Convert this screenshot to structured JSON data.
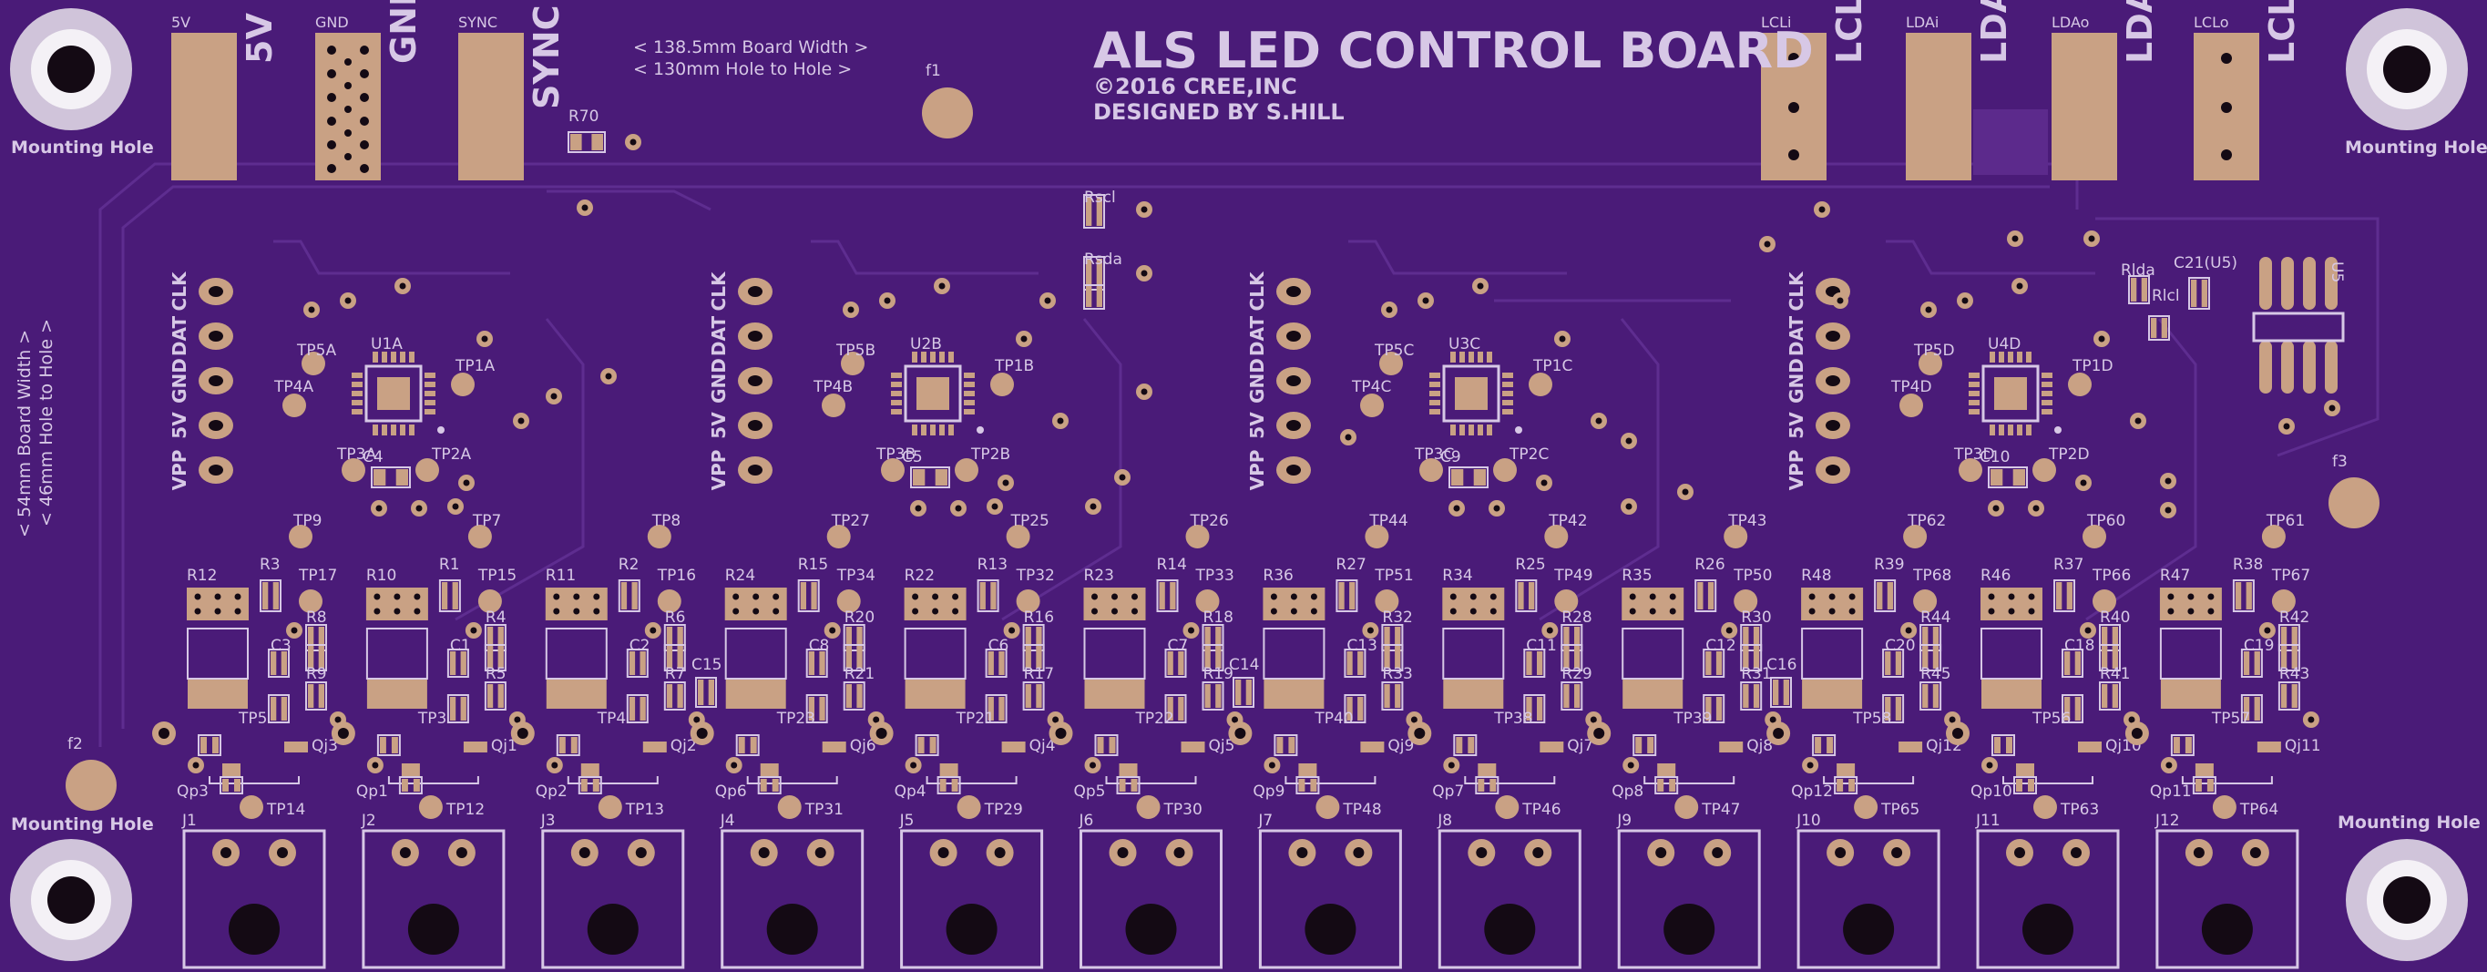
{
  "board": {
    "title": "ALS LED CONTROL BOARD",
    "copyright": "©2016 CREE,INC",
    "designer": "DESIGNED BY S.HILL",
    "width_note": "< 138.5mm Board Width >",
    "hole_note": "< 130mm Hole to Hole >",
    "side_width_note": "< 54mm Board Width >",
    "side_hole_note": "< 46mm Hole to Hole >",
    "mounting_label": "Mounting Hole",
    "colors": {
      "substrate": "#4a1b78",
      "silkscreen": "#d7c8e6",
      "pad": "#c9a184",
      "trace": "#5a2a8a"
    }
  },
  "top_connectors": [
    {
      "small": "5V",
      "big": "5V"
    },
    {
      "small": "GND",
      "big": "GND"
    },
    {
      "small": "SYNC",
      "big": "SYNC"
    },
    {
      "small": "LCLi",
      "big": "LCLi"
    },
    {
      "small": "LDAi",
      "big": "LDAi"
    },
    {
      "small": "LDAo",
      "big": "LDAo"
    },
    {
      "small": "LCLo",
      "big": "LCLo"
    }
  ],
  "fiducials": [
    "f1",
    "f2",
    "f3"
  ],
  "misc_refs": {
    "r70": "R70",
    "rscl": "Rscl",
    "rsda": "Rsda",
    "rlda": "Rlda",
    "rlcl": "Rlcl",
    "c21": "C21(U5)",
    "u5": "U5"
  },
  "header_pins": [
    "CLK",
    "DAT",
    "GND",
    "5V",
    "VPP"
  ],
  "ic_groups": [
    {
      "ic": "U1A",
      "tp_a": "TP5A",
      "tp_b": "TP4A",
      "tp_c": "TP1A",
      "tp_d": "TP3A",
      "tp_e": "TP2A",
      "cap": "C4"
    },
    {
      "ic": "U2B",
      "tp_a": "TP5B",
      "tp_b": "TP4B",
      "tp_c": "TP1B",
      "tp_d": "TP3B",
      "tp_e": "TP2B",
      "cap": "C5"
    },
    {
      "ic": "U3C",
      "tp_a": "TP5C",
      "tp_b": "TP4C",
      "tp_c": "TP1C",
      "tp_d": "TP3C",
      "tp_e": "TP2C",
      "cap": "C9"
    },
    {
      "ic": "U4D",
      "tp_a": "TP5D",
      "tp_b": "TP4D",
      "tp_c": "TP1D",
      "tp_d": "TP3D",
      "tp_e": "TP2D",
      "cap": "C10"
    }
  ],
  "channels": [
    {
      "tp_top": "TP9",
      "rbig": "R12",
      "r1": "R3",
      "tp_mid": "TP17",
      "r2": "R8",
      "c": "C3",
      "r3": "R9",
      "tp_low": "TP5",
      "qj": "Qj3",
      "qp": "Qp3",
      "tp_bot": "TP14",
      "j": "J1"
    },
    {
      "tp_top": "TP7",
      "rbig": "R10",
      "r1": "R1",
      "tp_mid": "TP15",
      "r2": "R4",
      "c": "C1",
      "r3": "R5",
      "tp_low": "TP3",
      "qj": "Qj1",
      "qp": "Qp1",
      "tp_bot": "TP12",
      "j": "J2"
    },
    {
      "tp_top": "TP8",
      "rbig": "R11",
      "r1": "R2",
      "tp_mid": "TP16",
      "r2": "R6",
      "c": "C2",
      "r3": "R7",
      "tp_low": "TP4",
      "qj": "Qj2",
      "qp": "Qp2",
      "tp_bot": "TP13",
      "j": "J3"
    },
    {
      "tp_top": "TP27",
      "rbig": "R24",
      "r1": "R15",
      "tp_mid": "TP34",
      "r2": "R20",
      "c": "C8",
      "r3": "R21",
      "tp_low": "TP23",
      "qj": "Qj6",
      "qp": "Qp6",
      "tp_bot": "TP31",
      "j": "J4"
    },
    {
      "tp_top": "TP25",
      "rbig": "R22",
      "r1": "R13",
      "tp_mid": "TP32",
      "r2": "R16",
      "c": "C6",
      "r3": "R17",
      "tp_low": "TP21",
      "qj": "Qj4",
      "qp": "Qp4",
      "tp_bot": "TP29",
      "j": "J5"
    },
    {
      "tp_top": "TP26",
      "rbig": "R23",
      "r1": "R14",
      "tp_mid": "TP33",
      "r2": "R18",
      "c": "C7",
      "r3": "R19",
      "tp_low": "TP22",
      "qj": "Qj5",
      "qp": "Qp5",
      "tp_bot": "TP30",
      "j": "J6"
    },
    {
      "tp_top": "TP44",
      "rbig": "R36",
      "r1": "R27",
      "tp_mid": "TP51",
      "r2": "R32",
      "c": "C13",
      "r3": "R33",
      "tp_low": "TP40",
      "qj": "Qj9",
      "qp": "Qp9",
      "tp_bot": "TP48",
      "j": "J7"
    },
    {
      "tp_top": "TP42",
      "rbig": "R34",
      "r1": "R25",
      "tp_mid": "TP49",
      "r2": "R28",
      "c": "C11",
      "r3": "R29",
      "tp_low": "TP38",
      "qj": "Qj7",
      "qp": "Qp7",
      "tp_bot": "TP46",
      "j": "J8"
    },
    {
      "tp_top": "TP43",
      "rbig": "R35",
      "r1": "R26",
      "tp_mid": "TP50",
      "r2": "R30",
      "c": "C12",
      "r3": "R31",
      "tp_low": "TP39",
      "qj": "Qj8",
      "qp": "Qp8",
      "tp_bot": "TP47",
      "j": "J9"
    },
    {
      "tp_top": "TP62",
      "rbig": "R48",
      "r1": "R39",
      "tp_mid": "TP68",
      "r2": "R44",
      "c": "C20",
      "r3": "R45",
      "tp_low": "TP58",
      "qj": "Qj12",
      "qp": "Qp12",
      "tp_bot": "TP65",
      "j": "J10"
    },
    {
      "tp_top": "TP60",
      "rbig": "R46",
      "r1": "R37",
      "tp_mid": "TP66",
      "r2": "R40",
      "c": "C18",
      "r3": "R41",
      "tp_low": "TP56",
      "qj": "Qj10",
      "qp": "Qp10",
      "tp_bot": "TP63",
      "j": "J11"
    },
    {
      "tp_top": "TP61",
      "rbig": "R47",
      "r1": "R38",
      "tp_mid": "TP67",
      "r2": "R42",
      "c": "C19",
      "r3": "R43",
      "tp_low": "TP57",
      "qj": "Qj11",
      "qp": "Qp11",
      "tp_bot": "TP64",
      "j": "J12"
    }
  ],
  "extra_caps": [
    "C15",
    "C14",
    "C16"
  ]
}
